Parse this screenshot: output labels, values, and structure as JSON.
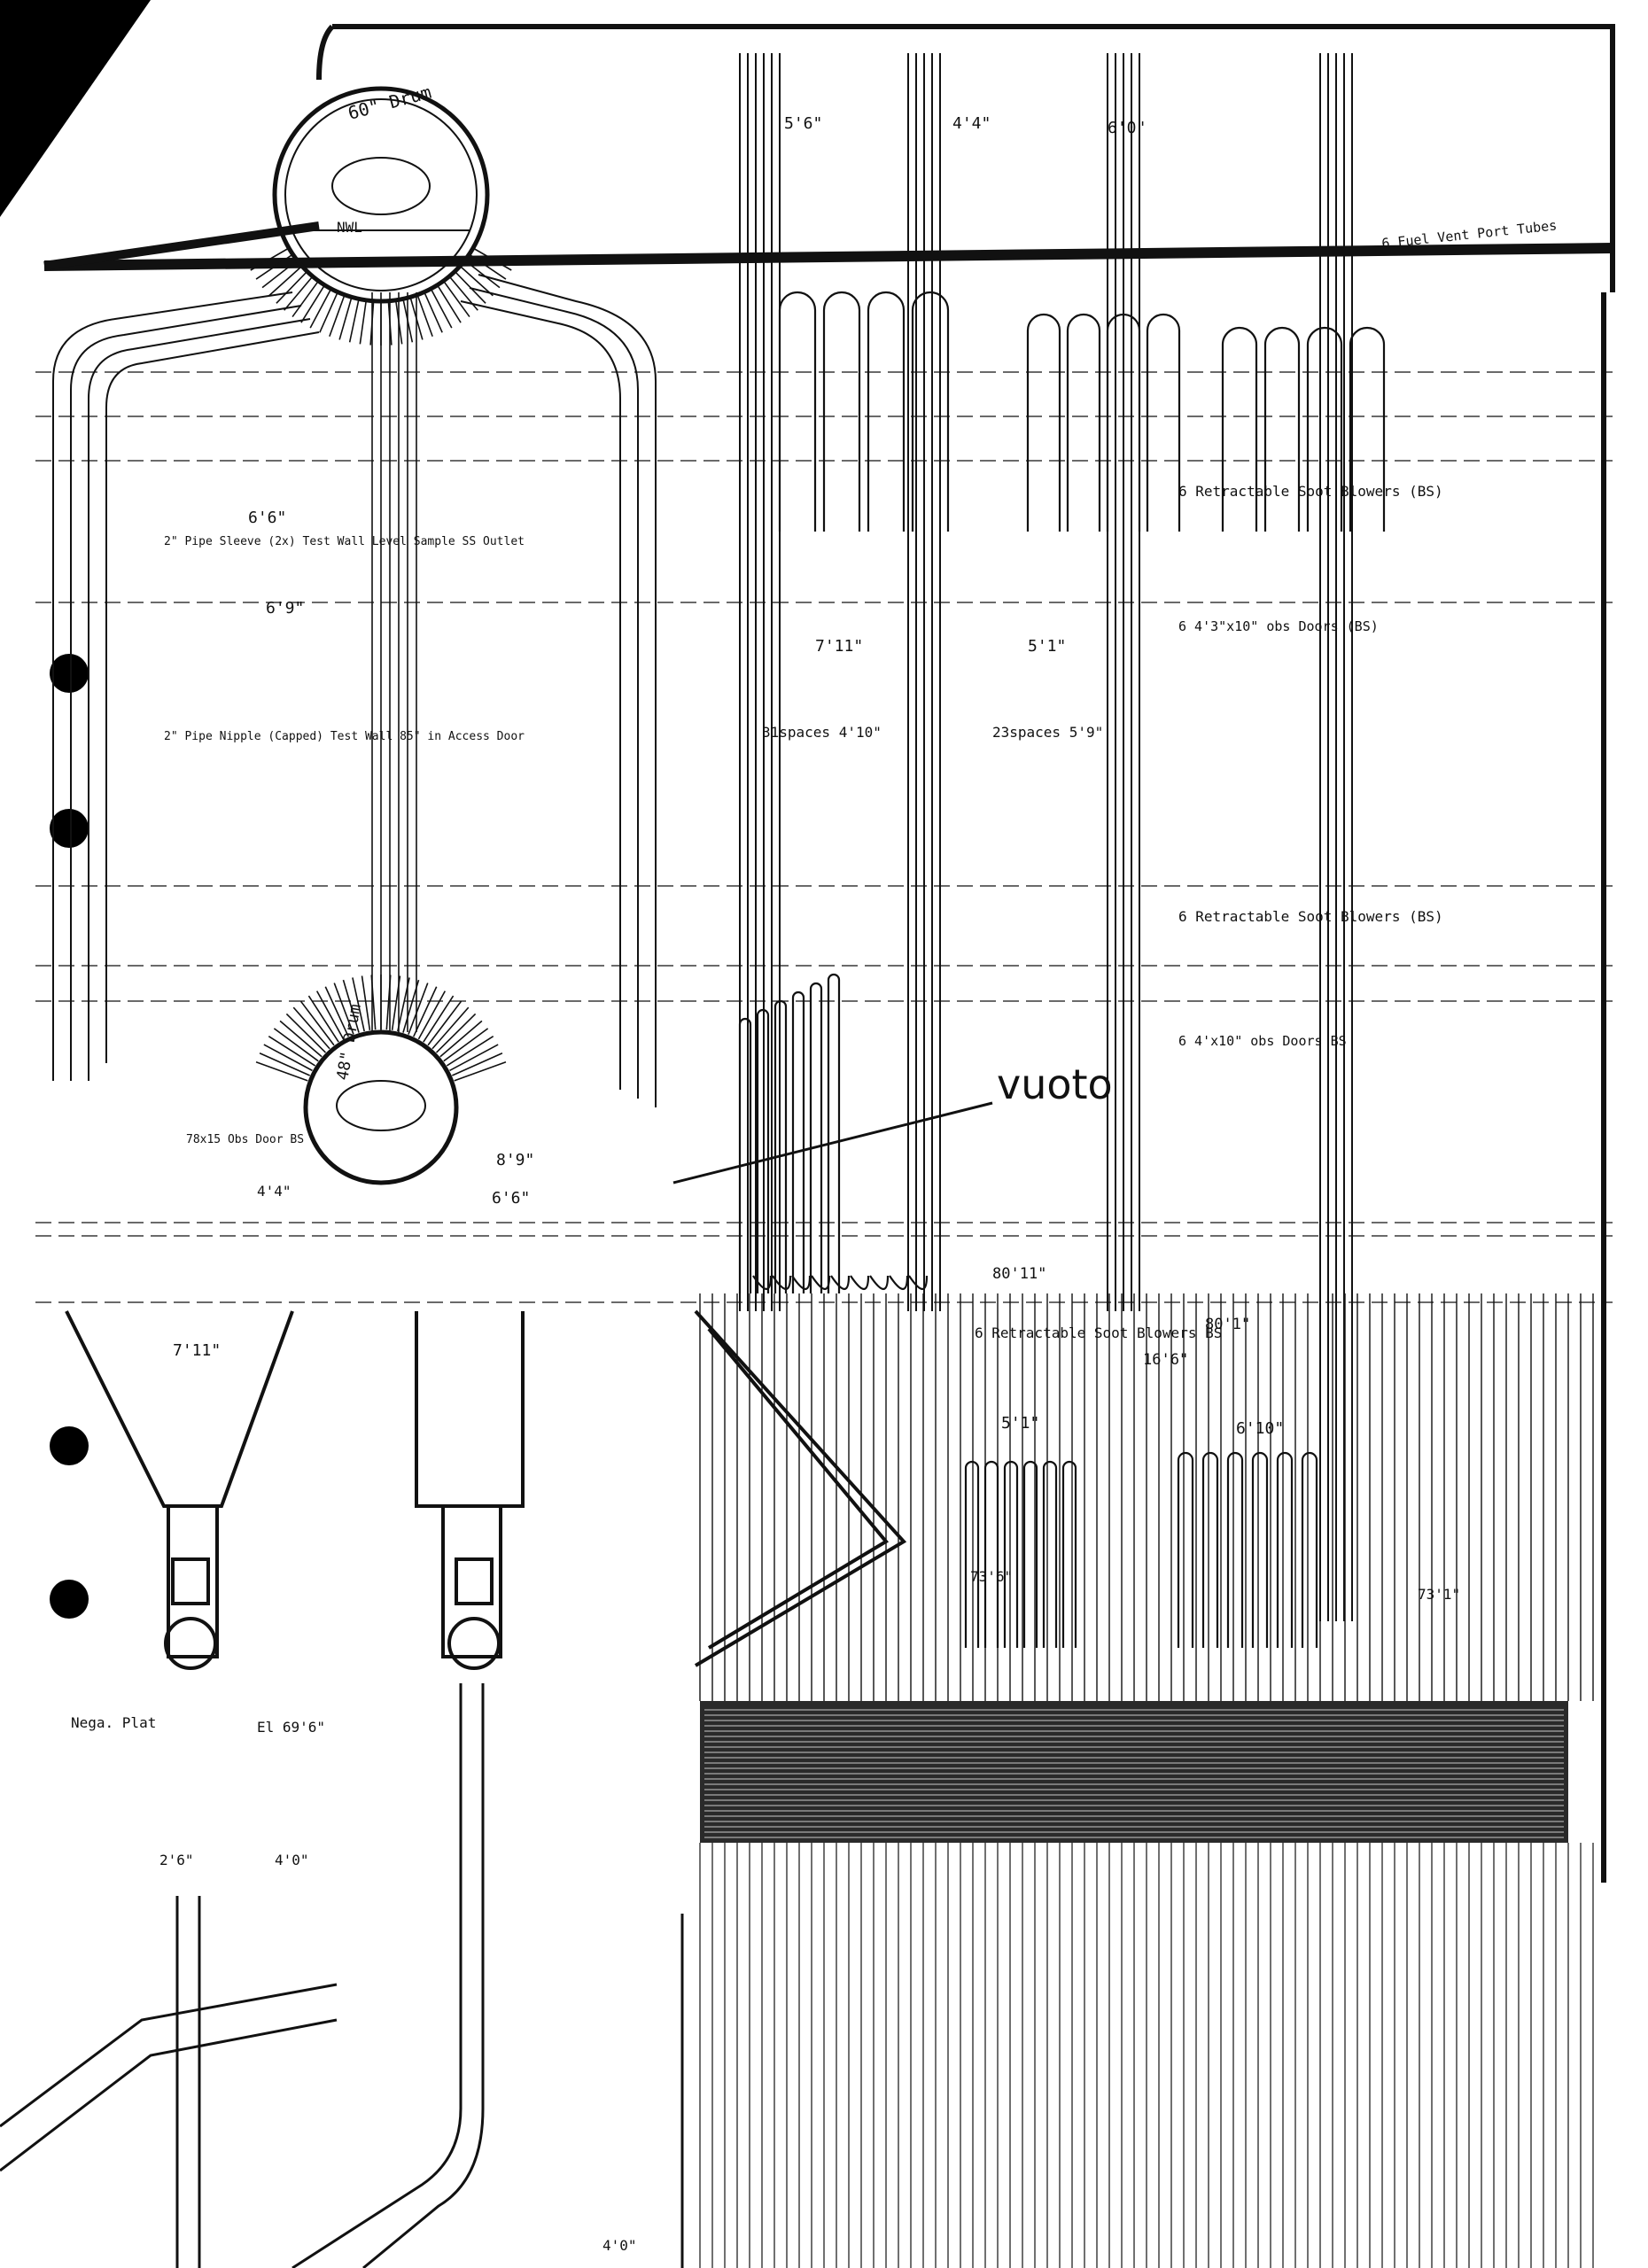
{
  "colors": {
    "ink": "#111111",
    "paper": "#ffffff",
    "hatch": "#2a2a2a"
  },
  "labels": {
    "steam_drum": "60\" Drum",
    "nwl": "NWL",
    "mud_drum": "48\" Drum",
    "handwritten_note": "vuoto",
    "soot_blowers_top": "6 Retractable Soot Blowers (BS)",
    "soot_blowers_mid": "6 Retractable Soot Blowers (BS)",
    "soot_blowers_low": "6 Retractable Soot Blowers BS",
    "obs_doors_1": "6 4'3\"x10\" obs Doors (BS)",
    "obs_doors_2": "6 4'x10\" obs Doors BS",
    "fuel_vent": "6 Fuel Vent Port Tubes",
    "dim_5_6": "5'6\"",
    "dim_4_4": "4'4\"",
    "dim_6_0": "6'0\"",
    "dim_6_6_top": "6'6\"",
    "dim_6_9": "6'9\"",
    "dim_7_11a": "7'11\"",
    "dim_5_1a": "5'1\"",
    "dim_31spaces": "31spaces 4'10\"",
    "dim_23spaces": "23spaces 5'9\"",
    "dim_8_9": "8'9\"",
    "dim_6_6_mid": "6'6\"",
    "dim_4_4_low": "4'4\"",
    "dim_7_11b": "7'11\"",
    "dim_5_1b": "5'1\"",
    "dim_6_10": "6'10\"",
    "dim_16_6": "16'6\"",
    "el_80_11": "80'11\"",
    "el_80_1": "80'1\"",
    "el_73_1": "73'1\"",
    "el_73_6": "73'6\"",
    "el_2_6": "2'6\"",
    "el_4_0a": "4'0\"",
    "el_4_0b": "4'0\"",
    "nega_plat": "Nega. Plat",
    "el_69_6": "El 69'6\"",
    "obs_door_note": "78x15 Obs Door BS",
    "pipe_note_1": "2\" Pipe Sleeve (2x) Test Wall Level Sample SS Outlet",
    "pipe_note_2": "2\" Pipe Nipple (Capped) Test Wall 85\" in Access Door"
  }
}
